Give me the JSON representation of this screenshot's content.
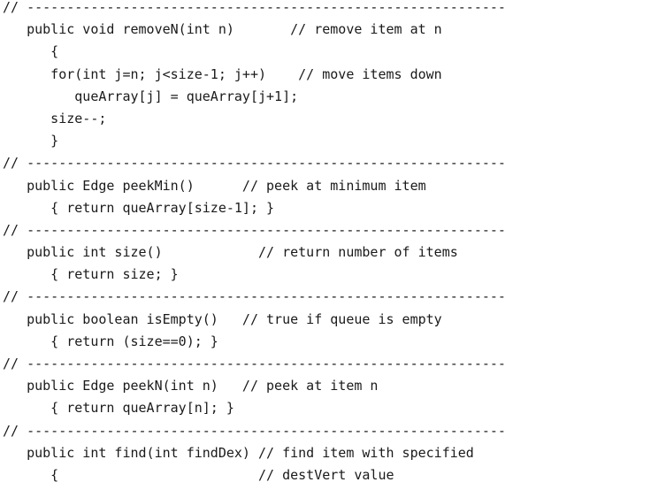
{
  "colors": {
    "background": "#ffffff",
    "text": "#1a1a1a"
  },
  "code": {
    "language": "java",
    "lines": [
      "// ------------------------------------------------------------",
      "   public void removeN(int n)       // remove item at n",
      "      {",
      "      for(int j=n; j<size-1; j++)    // move items down",
      "         queArray[j] = queArray[j+1];",
      "      size--;",
      "      }",
      "// ------------------------------------------------------------",
      "   public Edge peekMin()      // peek at minimum item",
      "      { return queArray[size-1]; }",
      "// ------------------------------------------------------------",
      "   public int size()            // return number of items",
      "      { return size; }",
      "// ------------------------------------------------------------",
      "   public boolean isEmpty()   // true if queue is empty",
      "      { return (size==0); }",
      "// ------------------------------------------------------------",
      "   public Edge peekN(int n)   // peek at item n",
      "      { return queArray[n]; }",
      "// ------------------------------------------------------------",
      "   public int find(int findDex) // find item with specified",
      "      {                         // destVert value"
    ]
  }
}
